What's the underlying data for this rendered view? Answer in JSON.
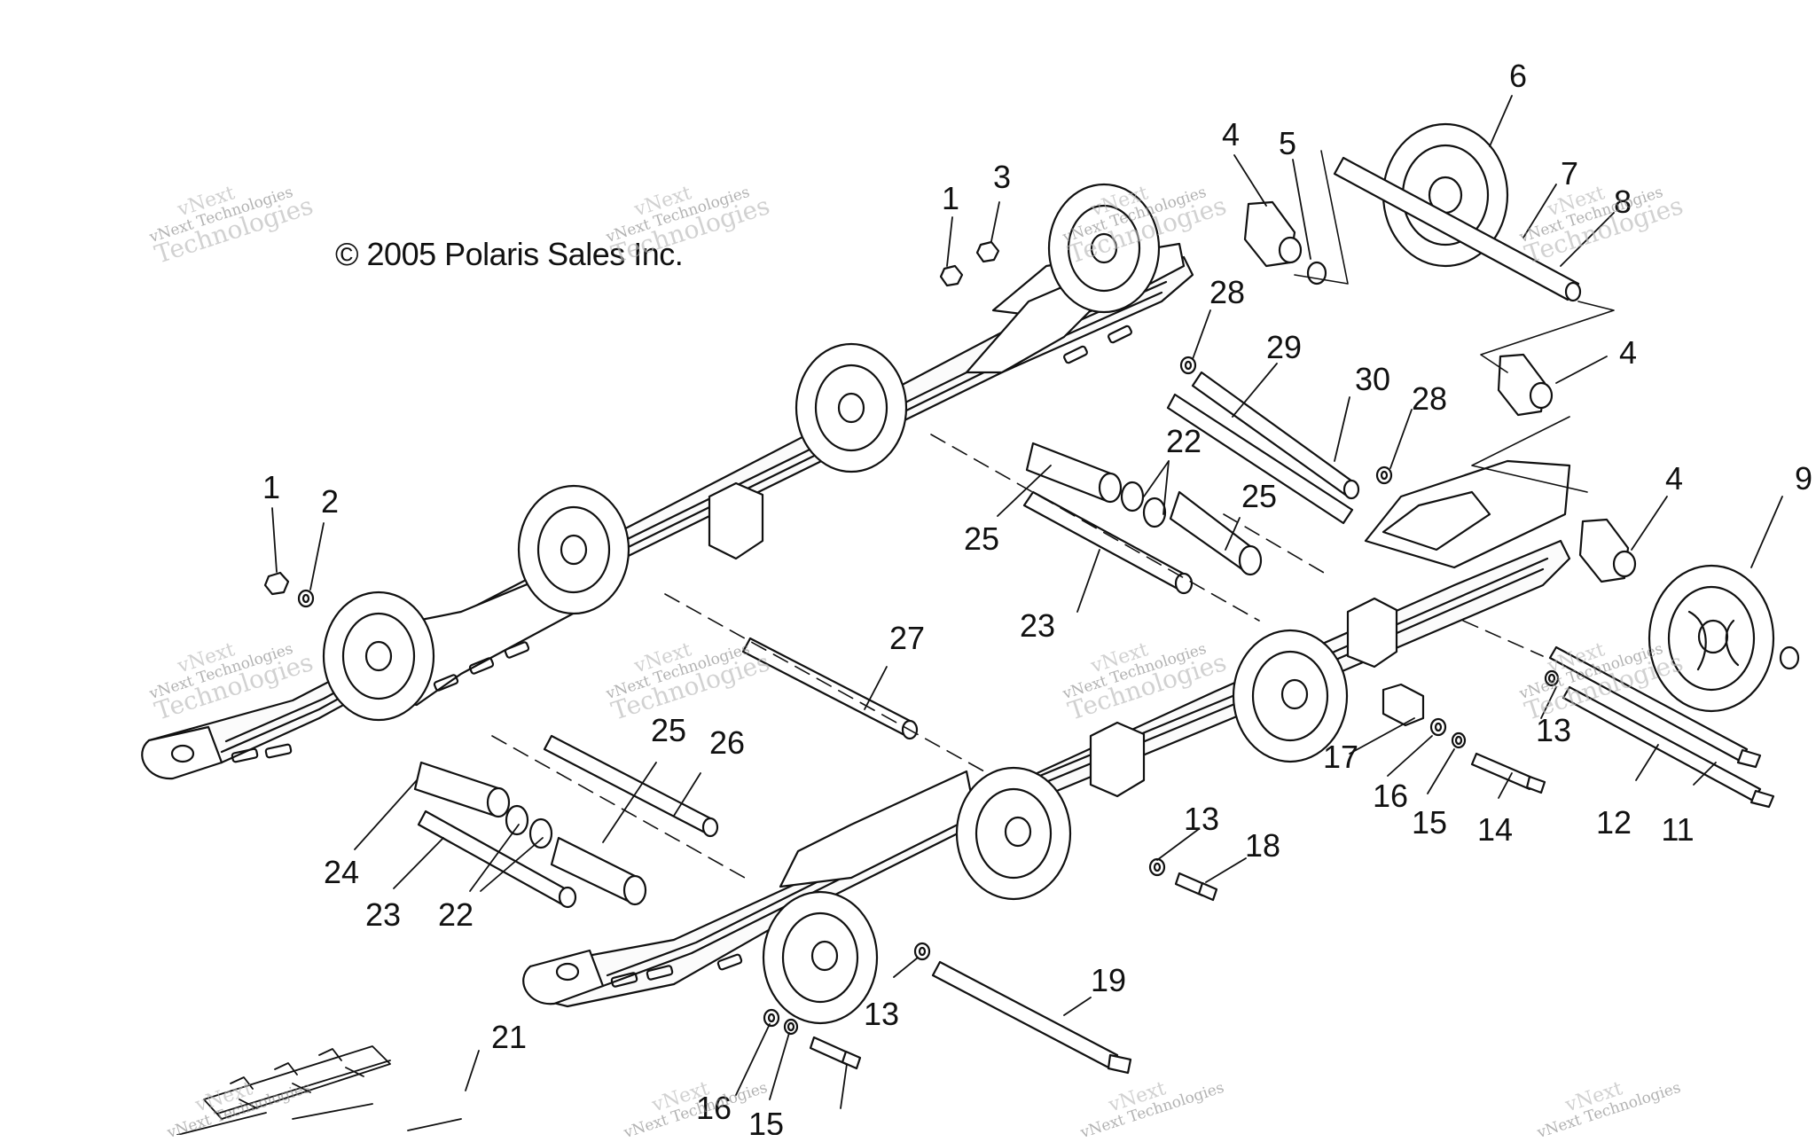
{
  "copyright": "© 2005 Polaris Sales Inc.",
  "watermark": {
    "line1": "vNext",
    "line2": "vNext Technologies",
    "line3": "Technologies"
  },
  "callouts": [
    {
      "id": "c1a",
      "text": "1"
    },
    {
      "id": "c3",
      "text": "3"
    },
    {
      "id": "c4a",
      "text": "4"
    },
    {
      "id": "c5",
      "text": "5"
    },
    {
      "id": "c6",
      "text": "6"
    },
    {
      "id": "c7",
      "text": "7"
    },
    {
      "id": "c8",
      "text": "8"
    },
    {
      "id": "c28a",
      "text": "28"
    },
    {
      "id": "c29",
      "text": "29"
    },
    {
      "id": "c30",
      "text": "30"
    },
    {
      "id": "c28b",
      "text": "28"
    },
    {
      "id": "c4b",
      "text": "4"
    },
    {
      "id": "c4c",
      "text": "4"
    },
    {
      "id": "c9",
      "text": "9"
    },
    {
      "id": "c1b",
      "text": "1"
    },
    {
      "id": "c2",
      "text": "2"
    },
    {
      "id": "c22a",
      "text": "22"
    },
    {
      "id": "c25a",
      "text": "25"
    },
    {
      "id": "c25b",
      "text": "25"
    },
    {
      "id": "c23a",
      "text": "23"
    },
    {
      "id": "c27",
      "text": "27"
    },
    {
      "id": "c25c",
      "text": "25"
    },
    {
      "id": "c26",
      "text": "26"
    },
    {
      "id": "c24",
      "text": "24"
    },
    {
      "id": "c23b",
      "text": "23"
    },
    {
      "id": "c22b",
      "text": "22"
    },
    {
      "id": "c13a",
      "text": "13"
    },
    {
      "id": "c18",
      "text": "18"
    },
    {
      "id": "c17",
      "text": "17"
    },
    {
      "id": "c16a",
      "text": "16"
    },
    {
      "id": "c15a",
      "text": "15"
    },
    {
      "id": "c14",
      "text": "14"
    },
    {
      "id": "c13b",
      "text": "13"
    },
    {
      "id": "c12",
      "text": "12"
    },
    {
      "id": "c11",
      "text": "11"
    },
    {
      "id": "c19",
      "text": "19"
    },
    {
      "id": "c13c",
      "text": "13"
    },
    {
      "id": "c21",
      "text": "21"
    },
    {
      "id": "c16b",
      "text": "16"
    },
    {
      "id": "c15b",
      "text": "15"
    }
  ]
}
